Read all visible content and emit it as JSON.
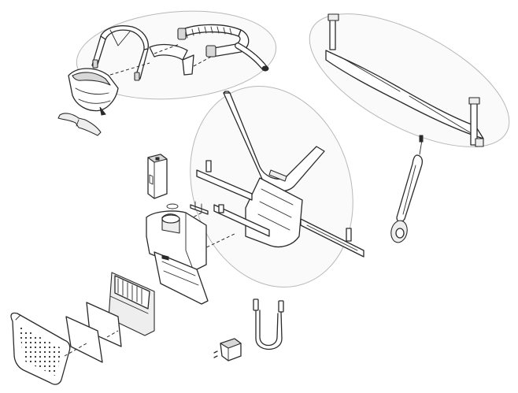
{
  "diagram": {
    "type": "exploded-assembly-line-drawing",
    "groups": [
      {
        "id": "headgear",
        "icon": "headgear-assembly-icon"
      },
      {
        "id": "top-rail",
        "icon": "rail-frame-icon"
      },
      {
        "id": "mount-frame",
        "icon": "mount-frame-icon"
      }
    ],
    "parts": [
      "face-shield-icon",
      "head-strap-icon",
      "headband-icon",
      "ratchet-band-icon",
      "breathing-hose-icon",
      "nose-clip-icon",
      "battery-pack-icon",
      "o-ring-icon",
      "clip-bracket-icon",
      "blower-unit-icon",
      "filter-cartridge-icon",
      "pre-filter-sheet-icon",
      "filter-sheet-icon",
      "filter-cover-icon",
      "usb-c-cable-icon",
      "power-adapter-icon",
      "lanyard-strap-icon",
      "top-rail-icon",
      "y-mount-frame-icon",
      "side-bracket-left-icon",
      "side-bracket-right-icon"
    ],
    "colors": {
      "line": "#2a2a2a",
      "oval": "#b8b8b8",
      "background": "#ffffff"
    }
  }
}
